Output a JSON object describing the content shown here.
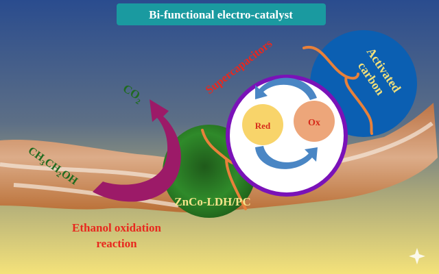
{
  "title": "Bi-functional electro-catalyst",
  "labels": {
    "supercapacitors": "Supercapacitors",
    "activated_line1": "Activated",
    "activated_line2": "carbon",
    "red": "Red",
    "ox": "Ox",
    "co2_main": "CO",
    "co2_sub": "2",
    "ethanol": {
      "p1": "CH",
      "s1": "3",
      "p2": "CH",
      "s2": "2",
      "p3": "OH"
    },
    "catalyst": "ZnCo-LDH/PC",
    "eor_line1": "Ethanol oxidation",
    "eor_line2": "reaction"
  },
  "colors": {
    "title_bg": "#1a9aa0",
    "carbon": "#0b5fb2",
    "ring": "#7a12b8",
    "red_circle": "#f8d46a",
    "ox_circle": "#eda67a",
    "arrow": "#9c1a68",
    "accent_red": "#e8281e",
    "green_text": "#1f6b1f",
    "brace": "#e8813a"
  }
}
